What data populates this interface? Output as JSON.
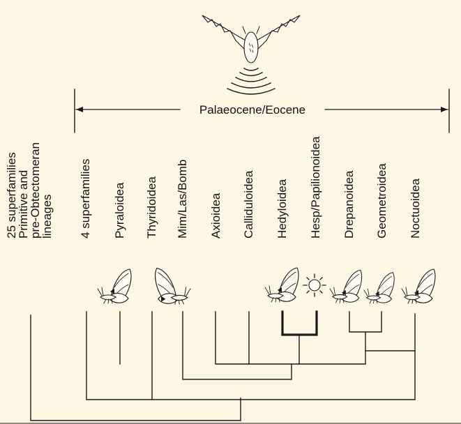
{
  "period": {
    "label": "Palaeocene/Eocene"
  },
  "taxa": [
    {
      "lines": [
        "25 superfamilies",
        "Primitive and",
        "pre-Obtectomeran",
        "lineages"
      ]
    },
    {
      "lines": [
        "4 superfamilies"
      ]
    },
    {
      "lines": [
        "Pyraloidea"
      ]
    },
    {
      "lines": [
        "Thyridoidea"
      ]
    },
    {
      "lines": [
        "Mim/Las/Bomb"
      ]
    },
    {
      "lines": [
        "Axioidea"
      ]
    },
    {
      "lines": [
        "Calliduloidea"
      ]
    },
    {
      "lines": [
        "Hedyloidea"
      ]
    },
    {
      "lines": [
        "Hesp/Papilionoidea"
      ]
    },
    {
      "lines": [
        "Drepanoidea"
      ]
    },
    {
      "lines": [
        "Geometroidea"
      ]
    },
    {
      "lines": [
        "Noctuoidea"
      ]
    }
  ],
  "icons": {
    "predator": "bat-icon",
    "echolocation": "sound-waves-icon",
    "diurnal": "sun-icon",
    "moth": "moth-icon",
    "hearing_organ": "ear-marker-icon"
  },
  "colors": {
    "background": "#fdf7e4",
    "ink": "#1a1a1a"
  }
}
